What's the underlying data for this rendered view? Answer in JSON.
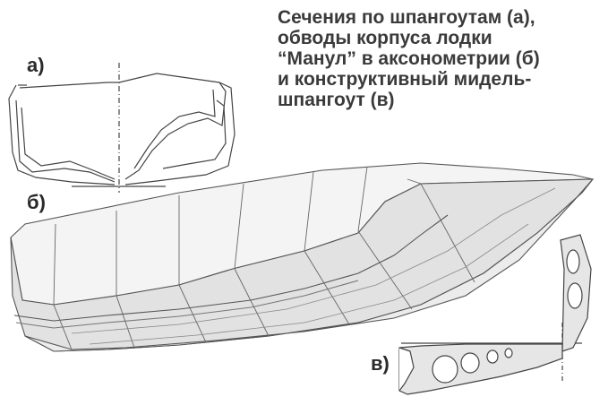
{
  "caption": {
    "lines": [
      "Сечения по шпангоутам (а),",
      "обводы корпуса лодки",
      "“Манул” в аксонометрии (б)",
      "и конструктивный мидель-",
      "шпангоут (в)"
    ]
  },
  "labels": {
    "a": "а)",
    "b": "б)",
    "v": "в)"
  },
  "colors": {
    "line": "#444444",
    "hull_fill": "#efefef",
    "hull_shade": "#dcdcdc",
    "frame_fill": "#e6e6e6"
  }
}
